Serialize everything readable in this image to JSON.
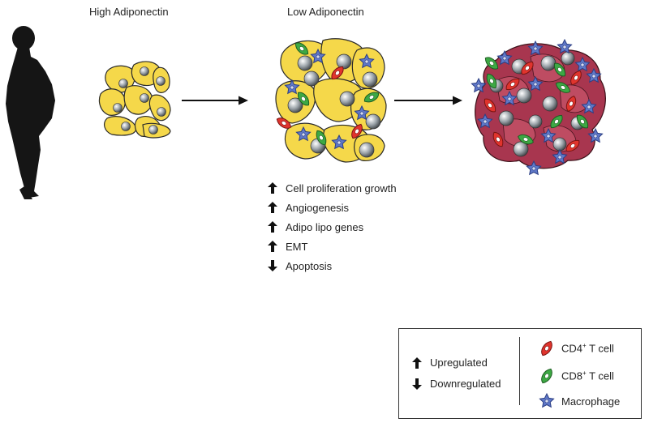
{
  "titles": {
    "high": "High Adiponectin",
    "low": "Low Adiponectin"
  },
  "effects": [
    {
      "direction": "up",
      "label": "Cell proliferation growth"
    },
    {
      "direction": "up",
      "label": "Angiogenesis"
    },
    {
      "direction": "up",
      "label": "Adipo lipo genes"
    },
    {
      "direction": "up",
      "label": "EMT"
    },
    {
      "direction": "down",
      "label": "Apoptosis"
    }
  ],
  "legend": {
    "upregulated": "Upregulated",
    "downregulated": "Downregulated",
    "cd4": {
      "prefix": "CD4",
      "sup": "+",
      "suffix": " T cell"
    },
    "cd8": {
      "prefix": "CD8",
      "sup": "+",
      "suffix": " T cell"
    },
    "macrophage": "Macrophage"
  },
  "colors": {
    "adipocyte": "#f5d84a",
    "tumor": "#a8364f",
    "cd4": "#e0342d",
    "cd8": "#3da844",
    "macrophage": "#5f78c8",
    "nucleus": "#8f969c"
  }
}
